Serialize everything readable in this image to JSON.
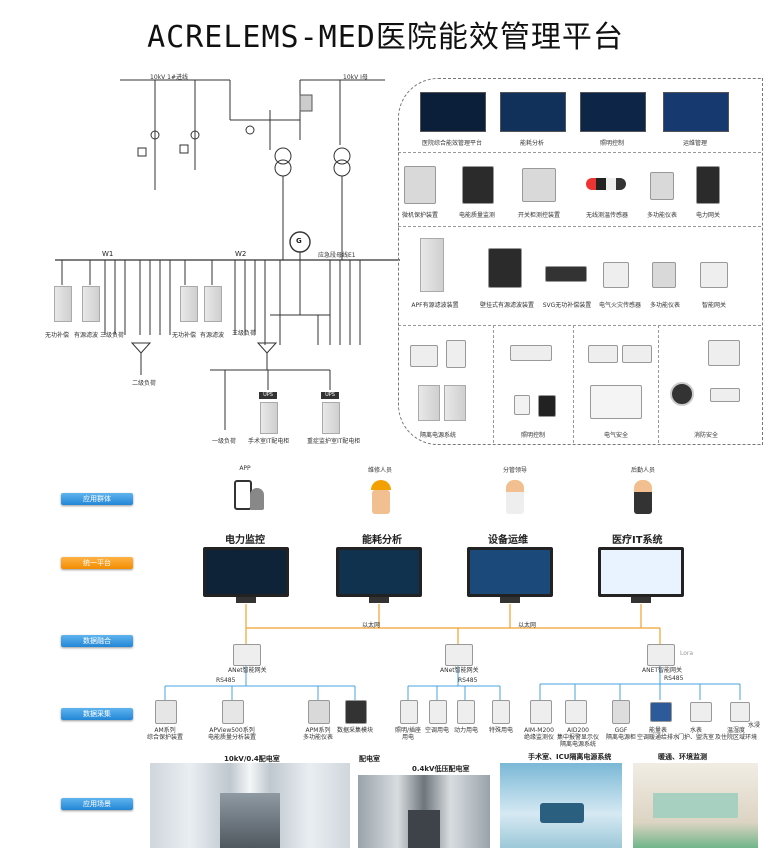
{
  "title": "ACRELEMS-MED医院能效管理平台",
  "single_line": {
    "bus_left": "10kV 1#进线",
    "bus_right": "10kV I母",
    "w1": "W1",
    "w2": "W2",
    "generator": "G",
    "emergency_bus": "应急段母线E1",
    "left_loads": [
      "无功补偿",
      "有源滤波",
      "三级负荷"
    ],
    "mid_loads": [
      "无功补偿",
      "有源滤波",
      "三级负荷"
    ],
    "level2_load": "二级负荷",
    "level1_load": "一级负荷",
    "ups1": "UPS",
    "ups2": "UPS",
    "it1": "手术室IT配电柜",
    "it2": "重症监护室IT配电柜"
  },
  "products": {
    "row1": [
      "医院综合能效管理平台",
      "能耗分析",
      "照明控制",
      "运维管理"
    ],
    "row2": [
      "微机保护装置",
      "电能质量监测",
      "开关柜测控装置",
      "无线测温传感器",
      "多功能仪表",
      "电力网关"
    ],
    "row3": [
      "APF有源滤波装置",
      "壁挂式有源滤波装置",
      "SVG无功补偿装置",
      "电气火灾传感器",
      "多功能仪表",
      "智能网关"
    ],
    "row4": [
      "隔离电源系统",
      "照明控制",
      "电气安全",
      "消防安全"
    ]
  },
  "layers": {
    "app_group": "应用群体",
    "unified_platform": "统一平台",
    "data_exchange": "数据融合",
    "data_collect": "数据采集",
    "app_scene": "应用场景"
  },
  "users": [
    "APP",
    "维修人员",
    "分管领导",
    "后勤人员"
  ],
  "platforms": [
    "电力监控",
    "能耗分析",
    "设备运维",
    "医疗IT系统"
  ],
  "network": {
    "ethernet1": "以太网",
    "ethernet2": "以太网",
    "gateway1": "ANet智能网关",
    "gateway2": "ANet智能网关",
    "gateway3": "ANET智能网关",
    "rs485_1": "RS485",
    "rs485_2": "RS485",
    "rs485_3": "RS485",
    "note": "Lora"
  },
  "devices": {
    "group1": [
      "AM系列\n综合保护装置",
      "APView500系列\n电能质量分析装置",
      "APM系列\n多功能仪表",
      "数据采集模块"
    ],
    "group2": [
      "照明/插座\n用电",
      "空调用电",
      "动力用电",
      "特殊用电"
    ],
    "group3": [
      "AIM-M200\n绝缘监测仪",
      "AID200\n集中报警显示仪\n隔离电源系统",
      "GGF\n隔离电源柜",
      "能量表\n空调暖通给排水",
      "水表\n门护、盥洗室",
      "温湿度\n及住院区域环境",
      "水浸"
    ]
  },
  "scenes": {
    "s1_title": "10kV/0.4配电室",
    "s2_title": "配电室",
    "s2_title2": "0.4kV低压配电室",
    "s3_title": "手术室、ICU隔离电源系统",
    "s4_title": "暖通、环境监测"
  },
  "colors": {
    "accent_blue": "#2386d6",
    "accent_orange": "#f28c00",
    "line_orange": "#f0a030"
  }
}
